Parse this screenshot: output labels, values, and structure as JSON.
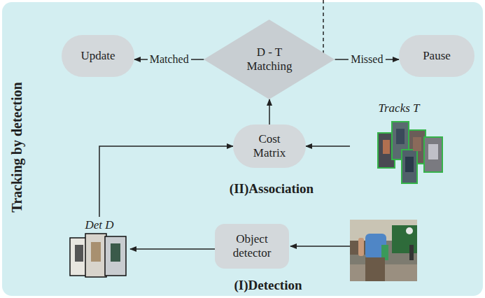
{
  "diagram": {
    "nodes": [
      {
        "text": [
          "Update"
        ]
      },
      {
        "text": [
          "D - T Matching"
        ]
      },
      {
        "text": [
          "Pause"
        ]
      },
      {
        "text": [
          "Cost Matrix"
        ]
      },
      {
        "text": [
          "Tracks T"
        ]
      },
      {
        "text": [
          "Det D"
        ]
      },
      {
        "text": [
          "Object detector"
        ]
      }
    ],
    "edges": [
      {
        "from": 1,
        "to": 0,
        "label": "Matched",
        "arrow": "to"
      },
      {
        "from": 1,
        "to": 2,
        "label": "Missed",
        "arrow": "to"
      },
      {
        "from": 3,
        "to": 1,
        "arrow": "to"
      },
      {
        "from": 4,
        "to": 3,
        "arrow": "to"
      },
      {
        "from": 5,
        "to": 3,
        "arrow": "to"
      },
      {
        "from": 6,
        "to": 5,
        "arrow": "to"
      }
    ],
    "labels": [
      "Tracking by detection",
      "(II)Association",
      "(I)Detection"
    ]
  }
}
